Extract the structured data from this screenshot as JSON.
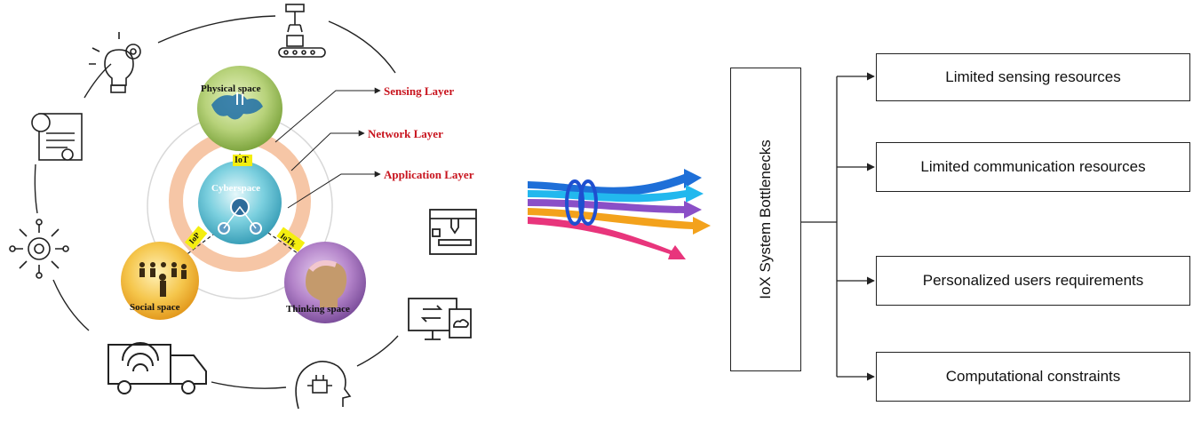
{
  "spaces": {
    "physical": "Physical space",
    "cyber": "Cyberspace",
    "social": "Social space",
    "thinking": "Thinking space"
  },
  "links": {
    "iot": "IoT",
    "iop": "IoP",
    "iotk": "IoTk"
  },
  "layers": {
    "sensing": "Sensing Layer",
    "network": "Network Layer",
    "application": "Application Layer"
  },
  "bottleneck_title": "IoX System Bottlenecks",
  "bottlenecks": [
    "Limited sensing resources",
    "Limited communication resources",
    "Personalized users requirements",
    "Computational constraints"
  ],
  "colors": {
    "layer_red": "#c8141e",
    "ring": "#f6c6a6",
    "tag_yellow": "#f4ee10",
    "arrow_blue": "#1e6fd8",
    "arrow_cyan": "#22b8ee",
    "arrow_purple": "#8a4fc7",
    "arrow_orange": "#f3a21c",
    "arrow_pink": "#e8357c"
  },
  "icons": [
    "robot-arm-conveyor-icon",
    "idea-gear-icon",
    "patent-certificate-icon",
    "network-gear-icon",
    "delivery-truck-icon",
    "ai-head-icon",
    "computer-sync-icon",
    "3d-printer-icon"
  ]
}
